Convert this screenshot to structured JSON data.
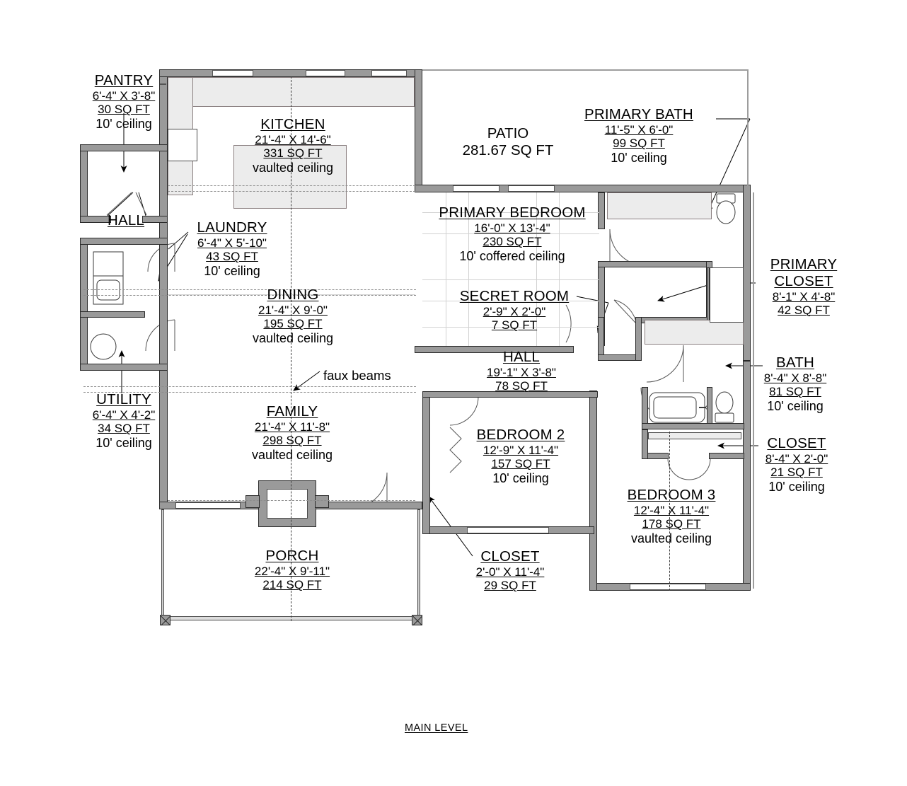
{
  "sheet": {
    "title": "MAIN LEVEL"
  },
  "annotations": {
    "faux_beams": "faux beams"
  },
  "rooms": [
    {
      "key": "pantry",
      "name": "PANTRY",
      "dim": "6'-4\" X 3'-8\"",
      "sqft": "30 SQ FT",
      "ceiling": "10' ceiling"
    },
    {
      "key": "kitchen",
      "name": "KITCHEN",
      "dim": "21'-4\" X 14'-6\"",
      "sqft": "331 SQ FT",
      "ceiling": "vaulted ceiling"
    },
    {
      "key": "patio",
      "name": "PATIO",
      "dim": "",
      "sqft": "281.67 SQ FT",
      "ceiling": ""
    },
    {
      "key": "primary_bath",
      "name": "PRIMARY BATH",
      "dim": "11'-5\" X 6'-0\"",
      "sqft": "99 SQ FT",
      "ceiling": "10' ceiling"
    },
    {
      "key": "hall_front",
      "name": "HALL",
      "dim": "",
      "sqft": "",
      "ceiling": ""
    },
    {
      "key": "laundry",
      "name": "LAUNDRY",
      "dim": "6'-4\" X 5'-10\"",
      "sqft": "43 SQ FT",
      "ceiling": "10' ceiling"
    },
    {
      "key": "primary_bedroom",
      "name": "PRIMARY BEDROOM",
      "dim": "16'-0\" X 13'-4\"",
      "sqft": "230 SQ FT",
      "ceiling": "10' coffered ceiling"
    },
    {
      "key": "primary_closet",
      "name": "PRIMARY CLOSET",
      "dim": "8'-1\" X 4'-8\"",
      "sqft": "42 SQ FT",
      "ceiling": ""
    },
    {
      "key": "dining",
      "name": "DINING",
      "dim": "21'-4\" X 9'-0\"",
      "sqft": "195 SQ FT",
      "ceiling": "vaulted ceiling"
    },
    {
      "key": "secret_room",
      "name": "SECRET ROOM",
      "dim": "2'-9\" X 2'-0\"",
      "sqft": "7 SQ FT",
      "ceiling": ""
    },
    {
      "key": "hall_main",
      "name": "HALL",
      "dim": "19'-1\" X 3'-8\"",
      "sqft": "78 SQ FT",
      "ceiling": ""
    },
    {
      "key": "bath",
      "name": "BATH",
      "dim": "8'-4\" X 8'-8\"",
      "sqft": "81 SQ FT",
      "ceiling": "10' ceiling"
    },
    {
      "key": "utility",
      "name": "UTILITY",
      "dim": "6'-4\" X 4'-2\"",
      "sqft": "34 SQ FT",
      "ceiling": "10' ceiling"
    },
    {
      "key": "family",
      "name": "FAMILY",
      "dim": "21'-4\" X 11'-8\"",
      "sqft": "298 SQ FT",
      "ceiling": "vaulted ceiling"
    },
    {
      "key": "bedroom2",
      "name": "BEDROOM 2",
      "dim": "12'-9\" X 11'-4\"",
      "sqft": "157 SQ FT",
      "ceiling": "10' ceiling"
    },
    {
      "key": "closet_hall",
      "name": "CLOSET",
      "dim": "8'-4\" X 2'-0\"",
      "sqft": "21 SQ FT",
      "ceiling": "10' ceiling"
    },
    {
      "key": "bedroom3",
      "name": "BEDROOM 3",
      "dim": "12'-4\" X 11'-4\"",
      "sqft": "178 SQ FT",
      "ceiling": "vaulted ceiling"
    },
    {
      "key": "porch",
      "name": "PORCH",
      "dim": "22'-4\" X 9'-11\"",
      "sqft": "214 SQ FT",
      "ceiling": ""
    },
    {
      "key": "closet_bed2",
      "name": "CLOSET",
      "dim": "2'-0\" X 11'-4\"",
      "sqft": "29 SQ FT",
      "ceiling": ""
    }
  ],
  "fixtures": [
    {
      "name": "kitchen-sink"
    },
    {
      "name": "kitchen-island"
    },
    {
      "name": "range-cooktop"
    },
    {
      "name": "washer"
    },
    {
      "name": "dryer"
    },
    {
      "name": "water-heater"
    },
    {
      "name": "primary-bath-double-vanity"
    },
    {
      "name": "primary-bath-toilet"
    },
    {
      "name": "primary-bath-shower"
    },
    {
      "name": "secondary-double-vanity"
    },
    {
      "name": "bath-tub"
    },
    {
      "name": "bath-toilet"
    },
    {
      "name": "fireplace"
    }
  ],
  "colors": {
    "wall_fill": "#9a9a9a",
    "wall_stroke": "#2b2b2b",
    "cabinet_fill": "#ececec",
    "paper": "#ffffff"
  }
}
